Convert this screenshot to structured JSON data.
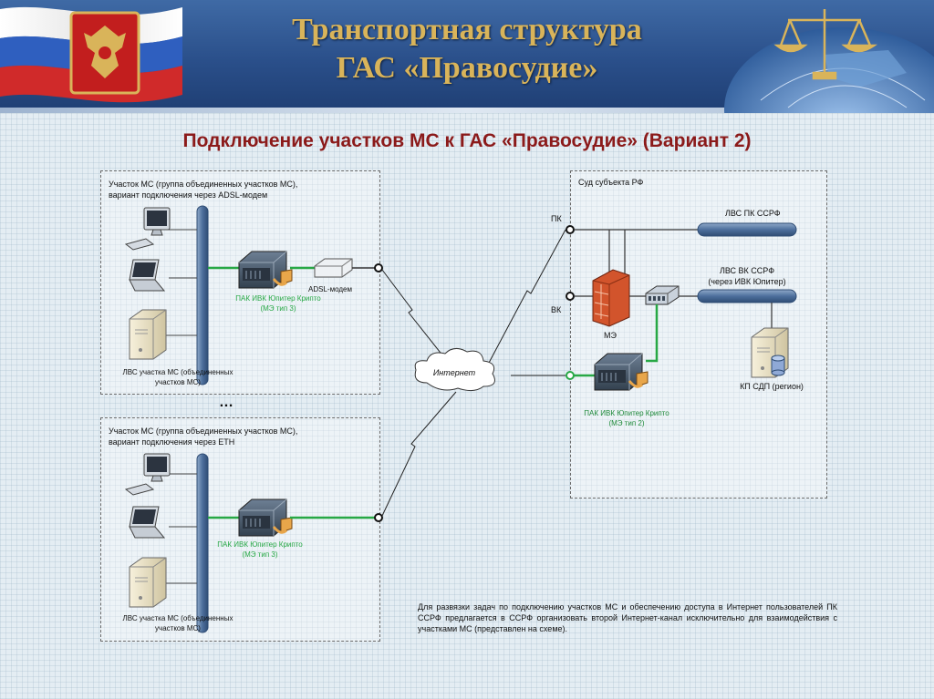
{
  "header": {
    "title_line1": "Транспортная структура",
    "title_line2": "ГАС «Правосудие»"
  },
  "subtitle": "Подключение участков МС к ГАС «Правосудие» (Вариант 2)",
  "site1": {
    "title_line1": "Участок МС (группа объединенных участков МС),",
    "title_line2": "вариант подключения через ADSL-модем",
    "lan_label_line1": "ЛВС участка МС (объединенных",
    "lan_label_line2": "участков МС)",
    "crypto_label_line1": "ПАК ИВК Юпитер Крипто",
    "crypto_label_line2": "(МЭ тип 3)",
    "modem_label": "ADSL-модем"
  },
  "ellipsis": "…",
  "site2": {
    "title_line1": "Участок МС (группа объединенных участков МС),",
    "title_line2": "вариант подключения через ETH",
    "lan_label_line1": "ЛВС участка МС (объединенных",
    "lan_label_line2": "участков МС)",
    "crypto_label_line1": "ПАК ИВК Юпитер Крипто",
    "crypto_label_line2": "(МЭ тип 3)"
  },
  "internet_label": "Интернет",
  "court": {
    "title": "Суд субъекта РФ",
    "port_pk": "ПК",
    "port_vk": "ВК",
    "lan_pk": "ЛВС ПК ССРФ",
    "lan_vk_line1": "ЛВС ВК ССРФ",
    "lan_vk_line2": "(через ИВК Юпитер)",
    "firewall_label": "МЭ",
    "server_label": "КП СДП (регион)",
    "crypto_label_line1": "ПАК ИВК Юпитер Крипто",
    "crypto_label_line2": "(МЭ тип 2)"
  },
  "note": "Для развязки задач по подключению участков МС и обеспечению доступа в Интернет пользователей ПК ССРФ предлагается в ССРФ организовать второй Интернет-канал исключительно для взаимодействия с участками МС (представлен на схеме).",
  "colors": {
    "title_gold": "#d9b45a",
    "subtitle_red": "#8b1a1a",
    "green_link": "#27a845",
    "bus_blue": "#5f7fa8",
    "header_blue": "#2a4f8a"
  },
  "icons": [
    "flag-icon",
    "coat-of-arms-icon",
    "scales-of-justice-icon",
    "globe-icon",
    "monitor-icon",
    "keyboard-icon",
    "laptop-icon",
    "server-icon",
    "crypto-appliance-icon",
    "modem-icon",
    "firewall-icon",
    "switch-icon",
    "database-icon",
    "cloud-icon",
    "lightning-link-icon"
  ]
}
